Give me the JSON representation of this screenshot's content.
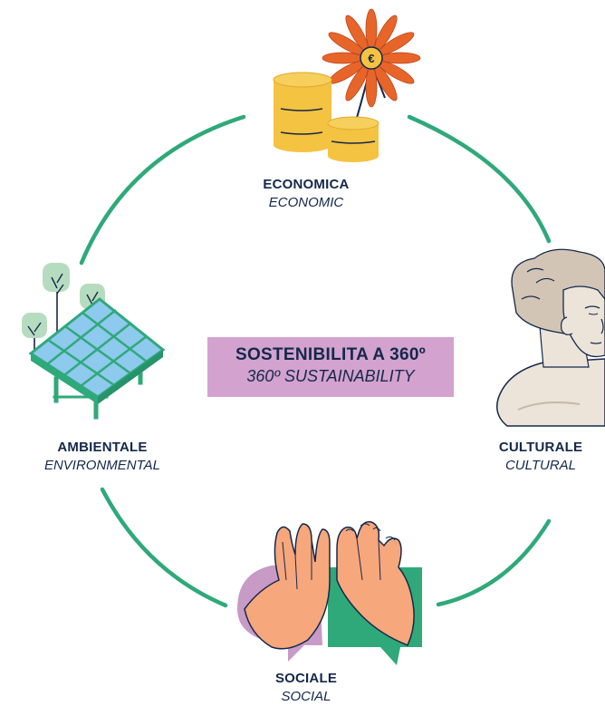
{
  "center": {
    "title": "SOSTENIBILITA A 360º",
    "subtitle": "360º SUSTAINABILITY"
  },
  "pillars": {
    "economic": {
      "label": "ECONOMICA",
      "label_en": "ECONOMIC"
    },
    "environmental": {
      "label": "AMBIENTALE",
      "label_en": "ENVIRONMENTAL"
    },
    "cultural": {
      "label": "CULTURALE",
      "label_en": "CULTURAL"
    },
    "social": {
      "label": "SOCIALE",
      "label_en": "SOCIAL"
    }
  },
  "icons": {
    "economic": "coins-flower-euro-icon",
    "environmental": "solar-panel-trees-icon",
    "cultural": "classical-bust-icon",
    "social": "clapping-hands-speech-bubbles-icon",
    "currency_symbol": "€"
  },
  "colors": {
    "cycle_arc": "#2fa97a",
    "center_box": "#d3a2cf",
    "text": "#14284b",
    "coins": "#f5c342",
    "flower": "#e8652a",
    "panel": "#8ec9ee",
    "panel_frame": "#2fa97a",
    "bust": "#d2c5b6",
    "hands": "#f6a77c",
    "bubble_pink": "#c79bc6",
    "bubble_green": "#2fa97a"
  }
}
